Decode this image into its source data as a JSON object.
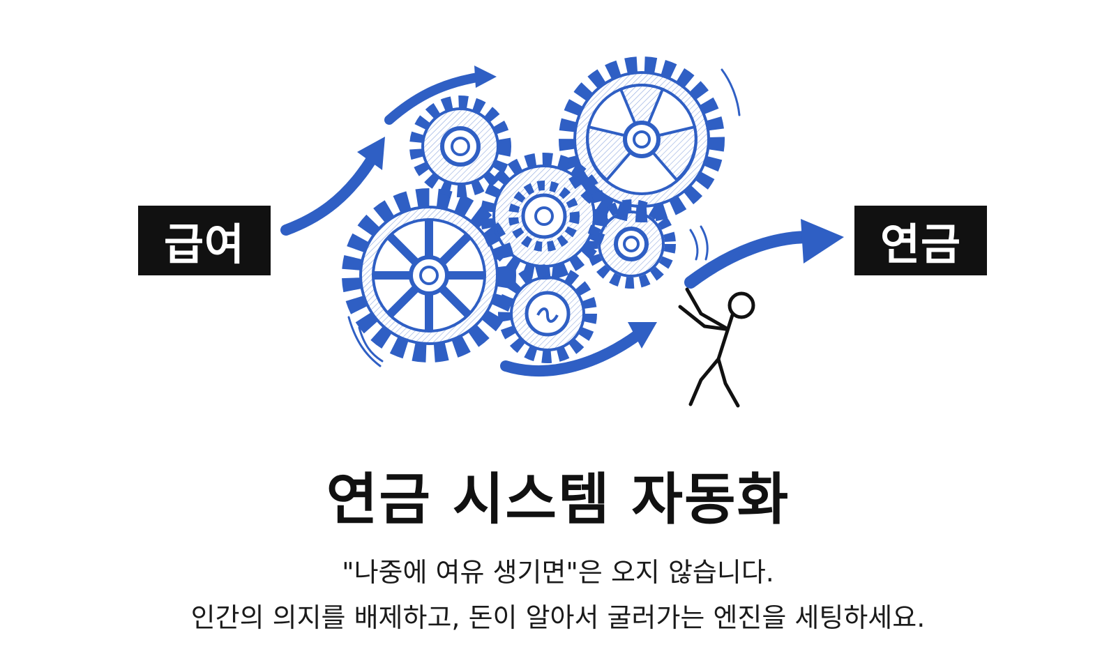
{
  "diagram": {
    "input_label": "급여",
    "output_label": "연금",
    "accent_color": "#2f5fc4",
    "ink_color": "#111111"
  },
  "caption": {
    "title": "연금 시스템 자동화",
    "line1": "\"나중에 여유 생기면\"은 오지 않습니다.",
    "line2": "인간의 의지를 배제하고, 돈이 알아서 굴러가는 엔진을 세팅하세요."
  }
}
